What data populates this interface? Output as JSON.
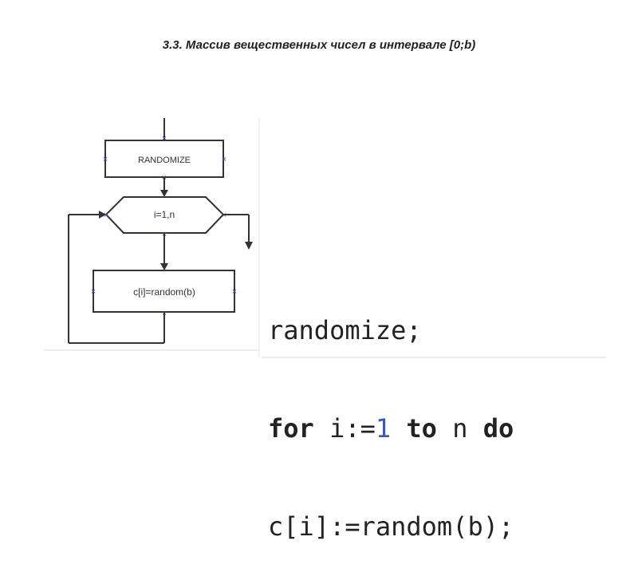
{
  "title": "3.3. Массив вещественных чисел в интервале [0;b)",
  "flowchart": {
    "randomize_block": "RANDOMIZE",
    "loop_block": "i=1,n",
    "body_block": "c[i]=random(b)"
  },
  "code": {
    "line1": "randomize;",
    "line2_for": "for",
    "line2_var": "i:=",
    "line2_start": "1",
    "line2_to": "to",
    "line2_n": "n",
    "line2_do": "do",
    "line3": "c[i]:=random(b);"
  },
  "colors": {
    "text": "#222222",
    "connector_marker": "#3a55c8",
    "number_highlight": "#3a55c8"
  }
}
